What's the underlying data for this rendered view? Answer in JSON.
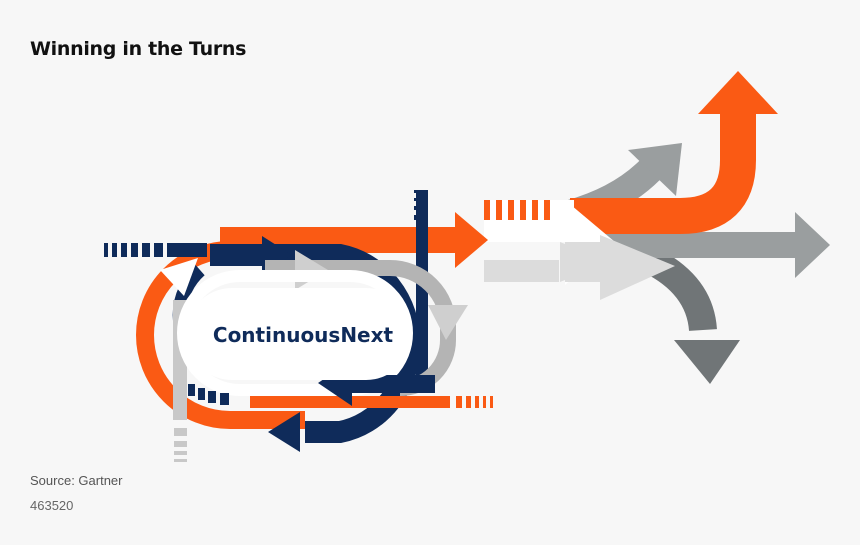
{
  "title": "Winning in the Turns",
  "center_label": "ContinuousNext",
  "source": "Source: Gartner",
  "doc_id": "463520",
  "colors": {
    "orange": "#fa5a14",
    "navy": "#0f2b5a",
    "light_gray": "#c8c8c8",
    "mid_gray": "#9a9e9f",
    "dark_gray": "#707577",
    "white": "#ffffff"
  }
}
